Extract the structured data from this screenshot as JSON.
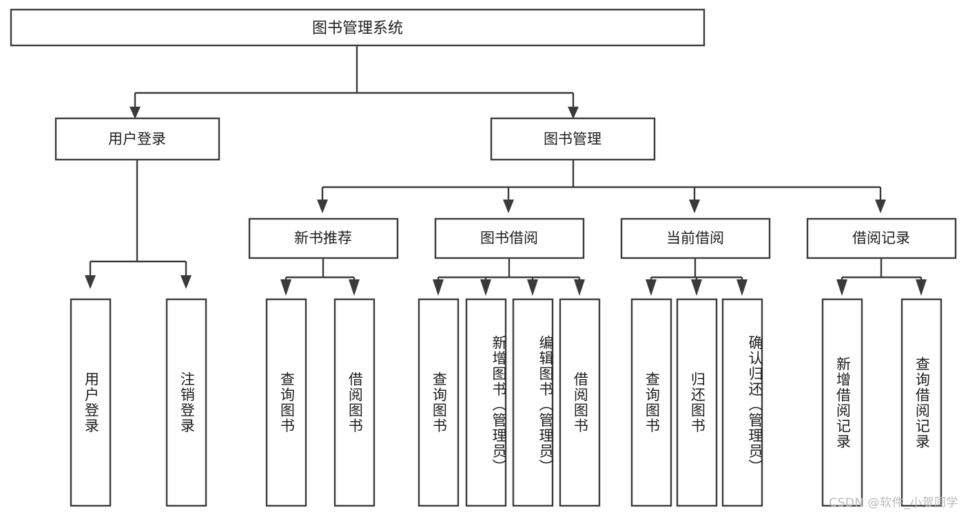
{
  "diagram": {
    "type": "tree",
    "title": "图书管理系统",
    "watermark": "CSDN @软件_小贺同学",
    "colors": {
      "stroke": "#3a3a3a",
      "fill": "#ffffff",
      "text": "#1d1d1d",
      "watermark": "#b9b9b9",
      "background": "#ffffff"
    },
    "root": {
      "label": "图书管理系统",
      "orientation": "horizontal"
    },
    "level2": [
      {
        "label": "用户登录",
        "orientation": "horizontal"
      },
      {
        "label": "图书管理",
        "orientation": "horizontal"
      }
    ],
    "level3": [
      {
        "label": "新书推荐",
        "orientation": "horizontal",
        "parent": "图书管理"
      },
      {
        "label": "图书借阅",
        "orientation": "horizontal",
        "parent": "图书管理"
      },
      {
        "label": "当前借阅",
        "orientation": "horizontal",
        "parent": "图书管理"
      },
      {
        "label": "借阅记录",
        "orientation": "horizontal",
        "parent": "图书管理"
      }
    ],
    "leaves": {
      "user_login": [
        {
          "label": "用户登录",
          "orientation": "vertical"
        },
        {
          "label": "注销登录",
          "orientation": "vertical"
        }
      ],
      "new_book_recommend": [
        {
          "label": "查询图书",
          "orientation": "vertical"
        },
        {
          "label": "借阅图书",
          "orientation": "vertical"
        }
      ],
      "book_borrow": [
        {
          "label": "查询图书",
          "orientation": "vertical"
        },
        {
          "label": "新增图书（管理员）",
          "orientation": "vertical"
        },
        {
          "label": "编辑图书（管理员）",
          "orientation": "vertical"
        },
        {
          "label": "借阅图书",
          "orientation": "vertical"
        }
      ],
      "current_borrow": [
        {
          "label": "查询图书",
          "orientation": "vertical"
        },
        {
          "label": "归还图书",
          "orientation": "vertical"
        },
        {
          "label": "确认归还（管理员）",
          "orientation": "vertical"
        }
      ],
      "borrow_record": [
        {
          "label": "新增借阅记录",
          "orientation": "vertical"
        },
        {
          "label": "查询借阅记录",
          "orientation": "vertical"
        }
      ]
    }
  }
}
